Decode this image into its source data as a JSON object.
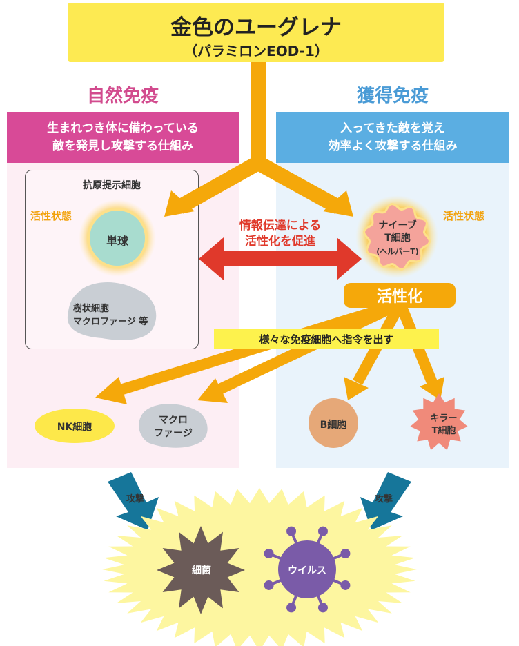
{
  "title": {
    "main": "金色のユーグレナ",
    "sub": "（パラミロンEOD-1）"
  },
  "innate": {
    "heading": "自然免疫",
    "description": "生まれつき体に備わっている\n敵を発見し攻撃する仕組み",
    "apc_label": "抗原提示細胞",
    "active_state": "活性状態",
    "monocyte": "単球",
    "dendritic": "樹状細胞\nマクロファージ 等",
    "nk_cell": "NK細胞",
    "macrophage": "マクロ\nファージ"
  },
  "adaptive": {
    "heading": "獲得免疫",
    "description": "入ってきた敵を覚え\n効率よく攻撃する仕組み",
    "active_state": "活性状態",
    "naive_t": "ナイーブ\nT細胞",
    "naive_t_sub": "(ヘルパーT)",
    "activation": "活性化",
    "instruction": "様々な免疫細胞へ指令を出す",
    "b_cell": "B細胞",
    "killer_t": "キラー\nT細胞"
  },
  "center": {
    "info_transfer": "情報伝達による\n活性化を促進"
  },
  "attack": {
    "left": "攻撃",
    "right": "攻撃"
  },
  "pathogens": {
    "bacteria": "細菌",
    "virus": "ウイルス"
  },
  "colors": {
    "title_bg": "#fdea52",
    "innate": "#d84a97",
    "adaptive": "#5baee2",
    "arrow_orange": "#f5a80a",
    "arrow_red": "#e0392b",
    "attack_arrow": "#16769a",
    "monocyte": "#a8dccf",
    "naive_t": "#f4a39b",
    "b_cell": "#e6a878",
    "killer_t": "#f08a7a",
    "nk_cell": "#fde84a",
    "gray_cell": "#c9ced4",
    "bacteria": "#6b5b58",
    "virus": "#7a5ba8"
  }
}
